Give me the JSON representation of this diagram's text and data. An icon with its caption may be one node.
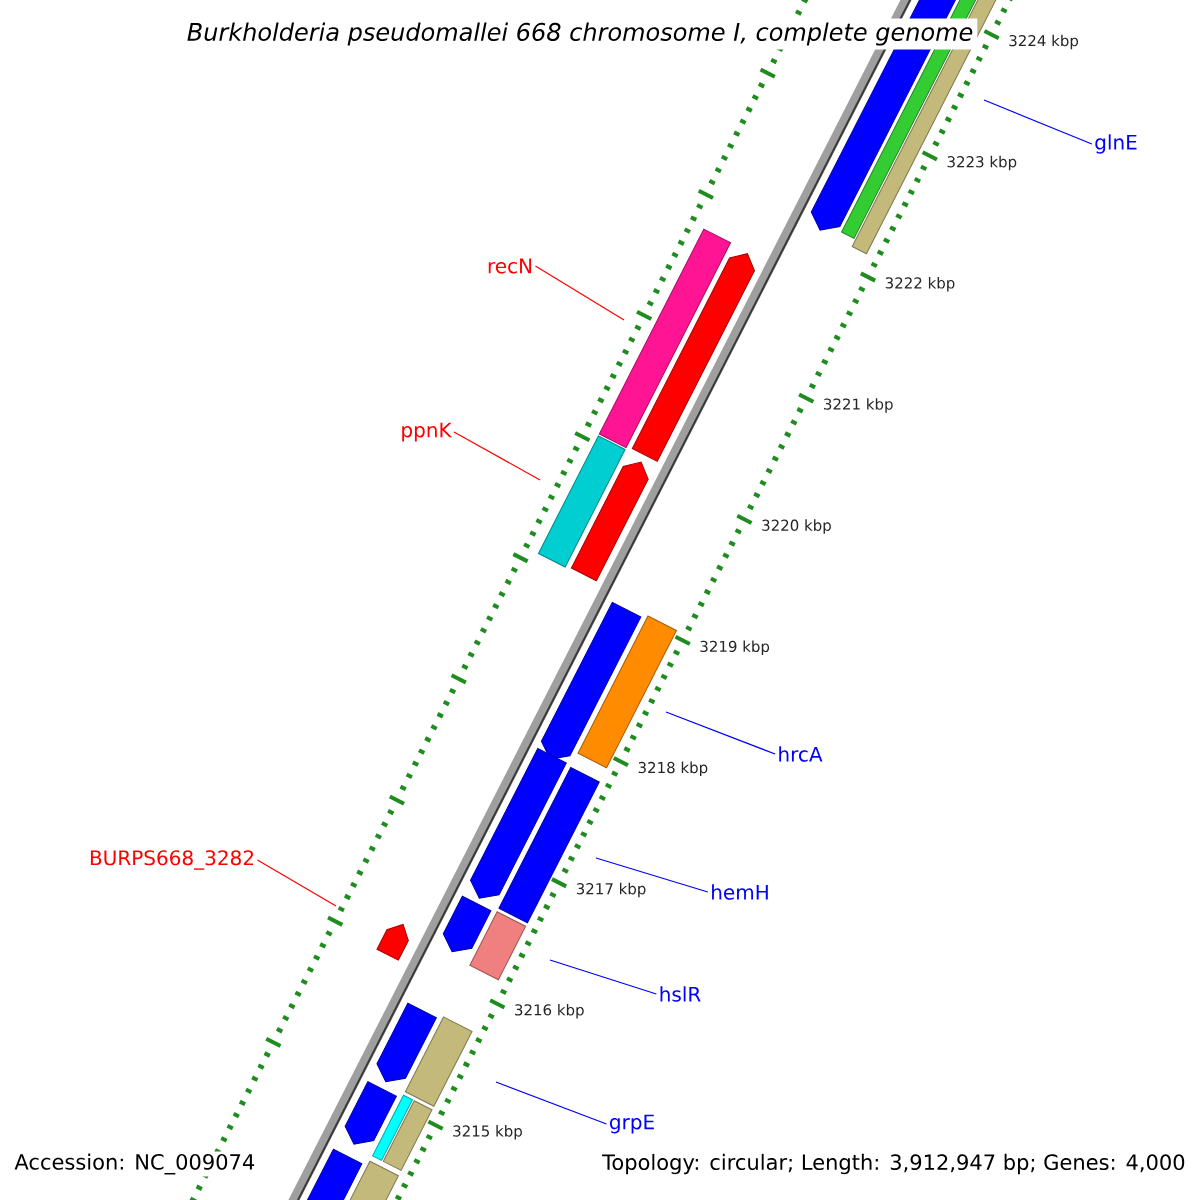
{
  "diagram": {
    "title": "Burkholderia pseudomallei 668 chromosome I, complete genome",
    "nodes": [
      {
        "text": [
          "recN"
        ]
      },
      {
        "text": [
          "ppnK"
        ]
      },
      {
        "text": [
          "BURPS668_3282"
        ]
      },
      {
        "text": [
          "glnE"
        ]
      },
      {
        "text": [
          "hrcA"
        ]
      },
      {
        "text": [
          "hemH"
        ]
      },
      {
        "text": [
          "hslR"
        ]
      },
      {
        "text": [
          "grpE"
        ]
      }
    ],
    "edges": [
      {
        "from": 0,
        "to": null,
        "arrow": "none",
        "color": "#ff0000"
      },
      {
        "from": 1,
        "to": null,
        "arrow": "none",
        "color": "#ff0000"
      },
      {
        "from": 2,
        "to": null,
        "arrow": "none",
        "color": "#ff0000"
      },
      {
        "from": 3,
        "to": null,
        "arrow": "none",
        "color": "#0000ff"
      },
      {
        "from": 4,
        "to": null,
        "arrow": "none",
        "color": "#0000ff"
      },
      {
        "from": 5,
        "to": null,
        "arrow": "none",
        "color": "#0000ff"
      },
      {
        "from": 6,
        "to": null,
        "arrow": "none",
        "color": "#0000ff"
      },
      {
        "from": 7,
        "to": null,
        "arrow": "none",
        "color": "#0000ff"
      }
    ],
    "labels": [
      "3224 kbp",
      "3223 kbp",
      "3222 kbp",
      "3221 kbp",
      "3220 kbp",
      "3219 kbp",
      "3218 kbp",
      "3217 kbp",
      "3216 kbp",
      "3215 kbp",
      "Accession: NC_009074",
      "Topology: circular; Length: 3,912,947 bp; Genes: 4,000"
    ]
  }
}
